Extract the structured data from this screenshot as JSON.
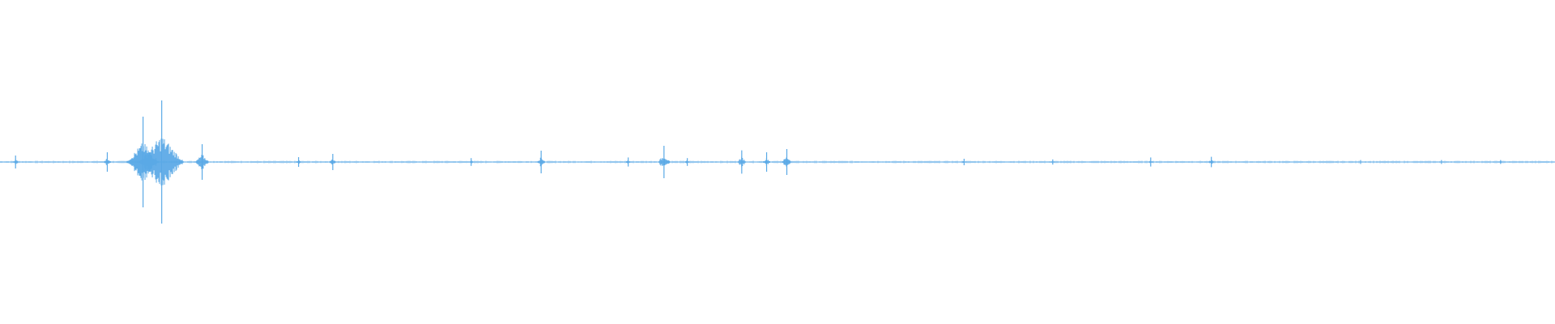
{
  "waveform": {
    "color": "#5aa9e6",
    "baseline_color": "#5aa9e6",
    "duration_fraction_events": [
      {
        "t": 0.01,
        "amp": 0.02
      },
      {
        "t": 0.069,
        "amp": 0.03
      },
      {
        "t": 0.092,
        "amp": 0.14
      },
      {
        "t": 0.104,
        "amp": 0.19
      },
      {
        "t": 0.13,
        "amp": 0.055
      },
      {
        "t": 0.192,
        "amp": 0.015
      },
      {
        "t": 0.214,
        "amp": 0.025
      },
      {
        "t": 0.303,
        "amp": 0.012
      },
      {
        "t": 0.348,
        "amp": 0.035
      },
      {
        "t": 0.404,
        "amp": 0.014
      },
      {
        "t": 0.427,
        "amp": 0.05
      },
      {
        "t": 0.442,
        "amp": 0.012
      },
      {
        "t": 0.477,
        "amp": 0.036
      },
      {
        "t": 0.493,
        "amp": 0.03
      },
      {
        "t": 0.506,
        "amp": 0.04
      },
      {
        "t": 0.62,
        "amp": 0.01
      },
      {
        "t": 0.677,
        "amp": 0.008
      },
      {
        "t": 0.74,
        "amp": 0.014
      },
      {
        "t": 0.779,
        "amp": 0.016
      },
      {
        "t": 0.875,
        "amp": 0.006
      },
      {
        "t": 0.927,
        "amp": 0.006
      },
      {
        "t": 0.965,
        "amp": 0.006
      }
    ]
  }
}
